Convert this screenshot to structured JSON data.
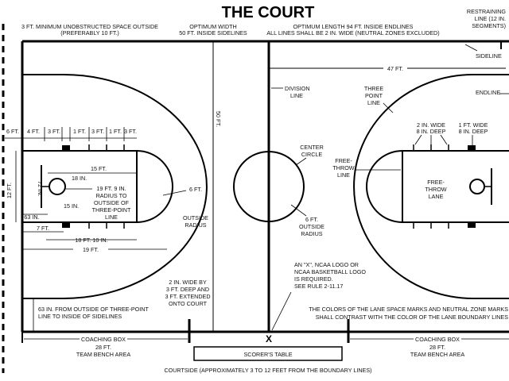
{
  "title": "THE COURT",
  "notes": {
    "space_outside_1": "3 FT. MINIMUM UNOBSTRUCTED SPACE OUTSIDE",
    "space_outside_2": "(PREFERABLY 10 FT.)",
    "width_1": "OPTIMUM WIDTH",
    "width_2": "50 FT. INSIDE SIDELINES",
    "length_1": "OPTIMUM LENGTH 94 FT. INSIDE ENDLINES",
    "length_2": "ALL LINES SHALL BE 2 IN. WIDE (NEUTRAL ZONES EXCLUDED)",
    "restraining_1": "RESTRAINING",
    "restraining_2": "LINE (12 IN.",
    "restraining_3": "SEGMENTS)",
    "sideline": "SIDELINE",
    "endline": "ENDLINE",
    "division_1": "DIVISION",
    "division_2": "LINE",
    "three_point_1": "THREE",
    "three_point_2": "POINT",
    "three_point_3": "LINE",
    "center_1": "CENTER",
    "center_2": "CIRCLE",
    "free_throw_1": "FREE-",
    "free_throw_2": "THROW",
    "free_throw_3": "LINE",
    "lane_1": "FREE-",
    "lane_2": "THROW",
    "lane_3": "LANE",
    "wide2_1": "2 IN. WIDE",
    "wide2_2": "8 IN. DEEP",
    "wide1_1": "1 FT. WIDE",
    "wide1_2": "8 IN. DEEP",
    "radius19_1": "19 FT. 9 IN.",
    "radius19_2": "RADIUS TO",
    "radius19_3": "OUTSIDE OF",
    "radius19_4": "THREE-POINT",
    "radius19_5": "LINE",
    "six_radius_left_1": "6 FT.",
    "six_radius_left_2": "OUTSIDE",
    "six_radius_left_3": "RADIUS",
    "six_radius_center_1": "6 FT.",
    "six_radius_center_2": "OUTSIDE",
    "six_radius_center_3": "RADIUS",
    "two_in_1": "2 IN. WIDE BY",
    "two_in_2": "3 FT. DEEP AND",
    "two_in_3": "3 FT. EXTENDED",
    "two_in_4": "ONTO COURT",
    "logo_1": "AN \"X\", NCAA LOGO OR",
    "logo_2": "NCAA BASKETBALL LOGO",
    "logo_3": "IS REQUIRED.",
    "logo_4": "SEE RULE 2-11.17",
    "inches63_1": "63 IN. FROM OUTSIDE OF THREE-POINT",
    "inches63_2": "LINE TO INSIDE OF SIDELINES",
    "colors_1": "THE COLORS OF THE LANE SPACE MARKS AND NEUTRAL ZONE MARKS",
    "colors_2": "SHALL CONTRAST WITH THE COLOR OF THE LANE BOUNDARY LINES",
    "coaching_left_1": "COACHING BOX",
    "coaching_left_2": "28 FT.",
    "coaching_left_3": "TEAM BENCH AREA",
    "coaching_right_1": "COACHING BOX",
    "coaching_right_2": "28 FT.",
    "coaching_right_3": "TEAM BENCH AREA",
    "scorers_table": "SCORER'S TABLE",
    "courtside": "COURTSIDE (APPROXIMATELY 3 TO 12 FEET FROM THE BOUNDARY LINES)",
    "x_mark": "X"
  },
  "dims": {
    "d6ft": "6 FT.",
    "d4ft": "4 FT.",
    "d3ft_a": "3 FT.",
    "d1ft_a": "1 FT.",
    "d3ft_b": "3 FT.",
    "d1ft_b": "1 FT.",
    "d3ft_c": "3 FT.",
    "d12ft": "12 FT.",
    "d15ft": "15 FT.",
    "d18in": "18 IN.",
    "d72in": "72 IN.",
    "d15in": "15 IN.",
    "d63in": "63 IN.",
    "d7ft": "7 FT.",
    "d18ft10": "18 FT. 10 IN.",
    "d19ft": "19 FT.",
    "d47ft": "47 FT.",
    "d50ft": "50 FT."
  }
}
